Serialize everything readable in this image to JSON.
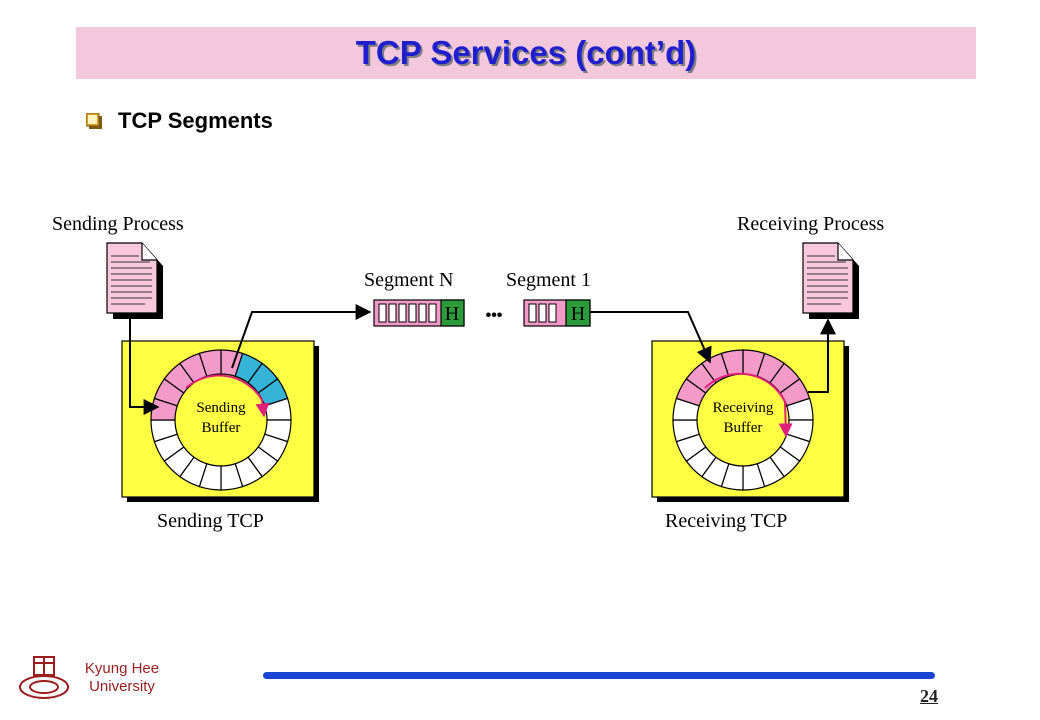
{
  "slide": {
    "title": "TCP Services (cont’d)",
    "bullet": "TCP Segments",
    "page_number": "24",
    "footer": {
      "university_line1": "Kyung Hee",
      "university_line2": "University"
    }
  },
  "diagram": {
    "sending_process": "Sending Process",
    "receiving_process": "Receiving Process",
    "sending_tcp": "Sending TCP",
    "receiving_tcp": "Receiving TCP",
    "sending_buffer_line1": "Sending",
    "sending_buffer_line2": "Buffer",
    "receiving_buffer_line1": "Receiving",
    "receiving_buffer_line2": "Buffer",
    "segment_n": "Segment N",
    "segment_1": "Segment 1",
    "header_letter": "H",
    "ellipsis": "•••"
  },
  "colors": {
    "title_bar": "#f4c8dc",
    "title_text": "#1f1fd0",
    "tcp_box": "#ffff44",
    "pink_slot": "#f49ac8",
    "blue_slot": "#36b3d6",
    "header_green": "#2a9a3a",
    "arrow_magenta": "#e0207a",
    "footer_line": "#1a46d8",
    "univ_red": "#9b1c1c"
  }
}
